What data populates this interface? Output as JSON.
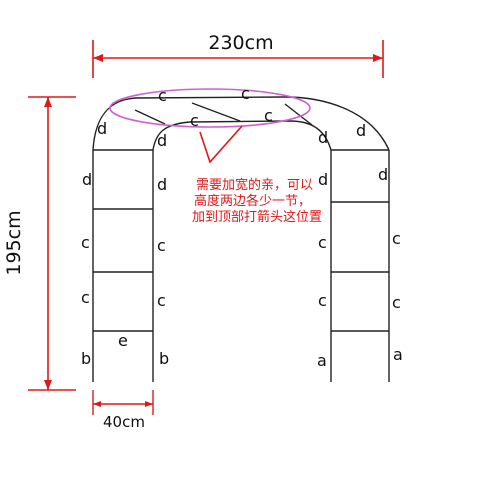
{
  "dimensions": {
    "width_label": "230cm",
    "height_label": "195cm",
    "base_label": "40cm"
  },
  "part_labels": {
    "c": "c",
    "d": "d",
    "e": "e",
    "b": "b",
    "a": "a"
  },
  "annotation": {
    "line1": "需要加宽的亲，可以",
    "line2": "高度两边各少一节，",
    "line3": "加到顶部打箭头这位置"
  },
  "colors": {
    "dimension": "#e01818",
    "highlight_ellipse": "#d060d0",
    "frame": "#222222",
    "label": "#111111"
  }
}
